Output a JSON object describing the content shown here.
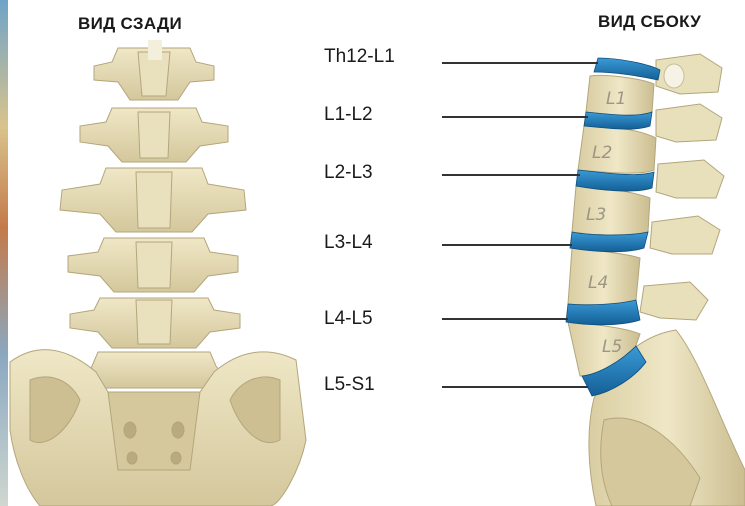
{
  "views": {
    "back": "ВИД СЗАДИ",
    "side": "ВИД СБОКУ"
  },
  "levels": [
    "Th12-L1",
    "L1-L2",
    "L2-L3",
    "L3-L4",
    "L4-L5",
    "L5-S1"
  ],
  "vertebrae": [
    "L1",
    "L2",
    "L3",
    "L4",
    "L5"
  ],
  "colors": {
    "bone": "#e6dcb6",
    "bone_shadow": "#c9bc90",
    "disc": "#1f7fbf",
    "leader_line": "#333333"
  }
}
